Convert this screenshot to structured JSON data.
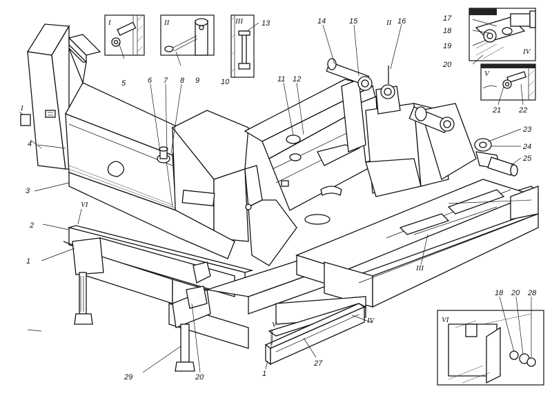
{
  "callouts": [
    "1",
    "2",
    "3",
    "4",
    "5",
    "6",
    "7",
    "8",
    "9",
    "10",
    "11",
    "12",
    "13",
    "14",
    "15",
    "16",
    "17",
    "18",
    "19",
    "20",
    "21",
    "22",
    "23",
    "24",
    "25",
    "27",
    "28",
    "29"
  ],
  "callouts_extra": {
    "c1b": "1",
    "c18b": "18",
    "c20b": "20",
    "c20c": "20",
    "c28": "28"
  },
  "views": {
    "I": "I",
    "II": "II",
    "III": "III",
    "IV": "IV",
    "V": "V",
    "VI": "VI"
  },
  "colors": {
    "ink": "#111111",
    "paper": "#ffffff"
  }
}
